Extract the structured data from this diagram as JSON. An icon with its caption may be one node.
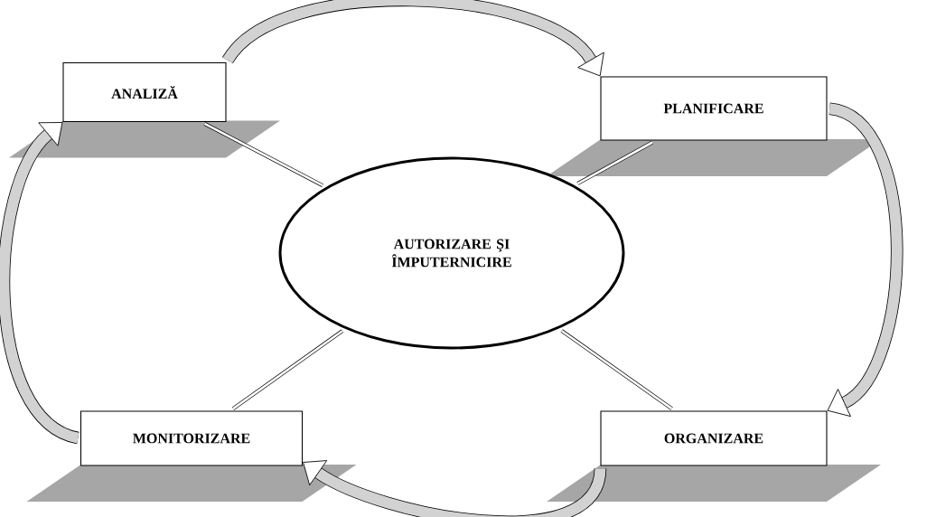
{
  "diagram": {
    "nodes": [
      {
        "text": [
          "ANALIZĂ"
        ]
      },
      {
        "text": [
          "PLANIFICARE"
        ]
      },
      {
        "text": [
          "AUTORIZARE ŞI ÎMPUTERNICIRE"
        ]
      },
      {
        "text": [
          "MONITORIZARE"
        ]
      },
      {
        "text": [
          "ORGANIZARE"
        ]
      }
    ],
    "edges": [
      {
        "from": 0,
        "to": 1,
        "arrow": "to",
        "style": "thick"
      },
      {
        "from": 1,
        "to": 4,
        "arrow": "to",
        "style": "thick"
      },
      {
        "from": 4,
        "to": 3,
        "arrow": "to",
        "style": "thick"
      },
      {
        "from": 3,
        "to": 0,
        "arrow": "to",
        "style": "thick"
      },
      {
        "from": 2,
        "to": 0,
        "arrow": "none"
      },
      {
        "from": 2,
        "to": 1,
        "arrow": "none"
      },
      {
        "from": 2,
        "to": 3,
        "arrow": "none"
      },
      {
        "from": 2,
        "to": 4,
        "arrow": "none"
      }
    ]
  }
}
